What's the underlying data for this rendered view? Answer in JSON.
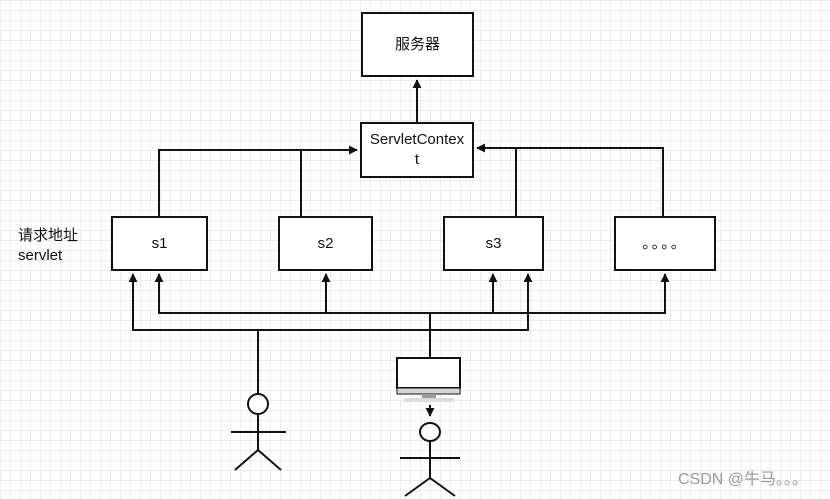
{
  "nodes": {
    "server": "服务器",
    "servlet_context": "ServletContext",
    "s1": "s1",
    "s2": "s2",
    "s3": "s3",
    "more": "。。。。"
  },
  "side_label": {
    "line1": "请求地址",
    "line2": "servlet"
  },
  "watermark": "CSDN @牛马。。。"
}
